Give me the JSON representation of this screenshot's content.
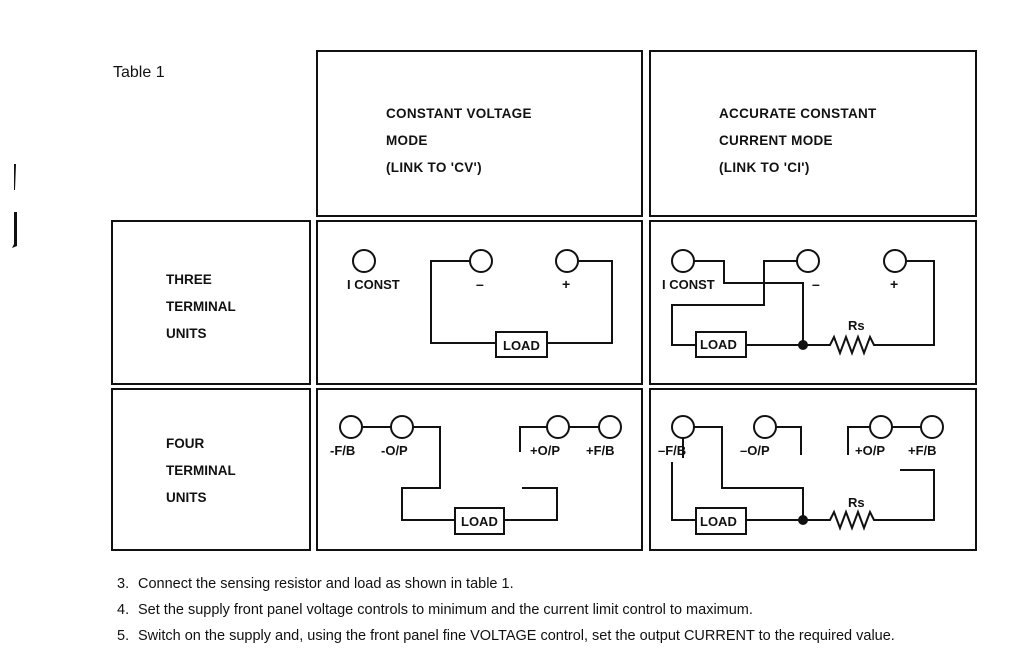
{
  "table_caption": "Table 1",
  "columns": [
    {
      "lines": [
        "CONSTANT VOLTAGE",
        "MODE",
        "(LINK TO 'CV')"
      ]
    },
    {
      "lines": [
        "ACCURATE CONSTANT",
        "CURRENT MODE",
        "(LINK TO 'CI')"
      ]
    }
  ],
  "rows": [
    {
      "lines": [
        "THREE",
        "TERMINAL",
        "UNITS"
      ]
    },
    {
      "lines": [
        "FOUR",
        "TERMINAL",
        "UNITS"
      ]
    }
  ],
  "diagrams": {
    "three_cv": {
      "i_const": "I CONST",
      "minus": "–",
      "plus": "+",
      "load": "LOAD"
    },
    "three_ci": {
      "i_const": "I CONST",
      "minus": "–",
      "plus": "+",
      "load": "LOAD",
      "resistor": "Rs"
    },
    "four_cv": {
      "neg_fb": "-F/B",
      "neg_op": "-O/P",
      "pos_op": "+O/P",
      "pos_fb": "+F/B",
      "load": "LOAD"
    },
    "four_ci": {
      "neg_fb": "–F/B",
      "neg_op": "–O/P",
      "pos_op": "+O/P",
      "pos_fb": "+F/B",
      "load": "LOAD",
      "resistor": "Rs"
    }
  },
  "steps": [
    {
      "number": "3.",
      "text": "Connect the sensing resistor and load as shown in table 1."
    },
    {
      "number": "4.",
      "text": "Set the supply front panel voltage controls to minimum and the current limit control to maximum."
    },
    {
      "number": "5.",
      "text": "Switch on the supply and, using the front panel fine VOLTAGE control, set the output CURRENT to the required value."
    }
  ]
}
